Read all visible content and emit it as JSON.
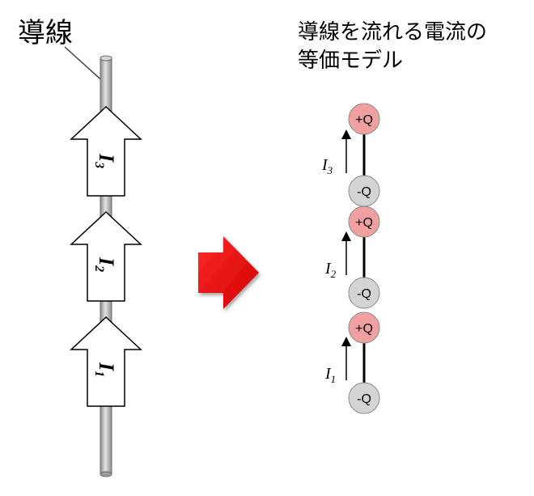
{
  "left": {
    "label": "導線",
    "arrows": [
      {
        "symbol": "I",
        "subscript": "3"
      },
      {
        "symbol": "I",
        "subscript": "2"
      },
      {
        "symbol": "I",
        "subscript": "1"
      }
    ]
  },
  "right": {
    "title_line1": "導線を流れる電流の",
    "title_line2": "等価モデル",
    "pairs": [
      {
        "top_charge": "+Q",
        "bottom_charge": "-Q",
        "current_symbol": "I",
        "current_subscript": "3"
      },
      {
        "top_charge": "+Q",
        "bottom_charge": "-Q",
        "current_symbol": "I",
        "current_subscript": "2"
      },
      {
        "top_charge": "+Q",
        "bottom_charge": "-Q",
        "current_symbol": "I",
        "current_subscript": "1"
      }
    ]
  },
  "colors": {
    "positive_fill": "#f0a0a0",
    "negative_fill": "#d4d4d4",
    "transition_arrow": "#ee0000",
    "wire": "#bfbfbf"
  }
}
